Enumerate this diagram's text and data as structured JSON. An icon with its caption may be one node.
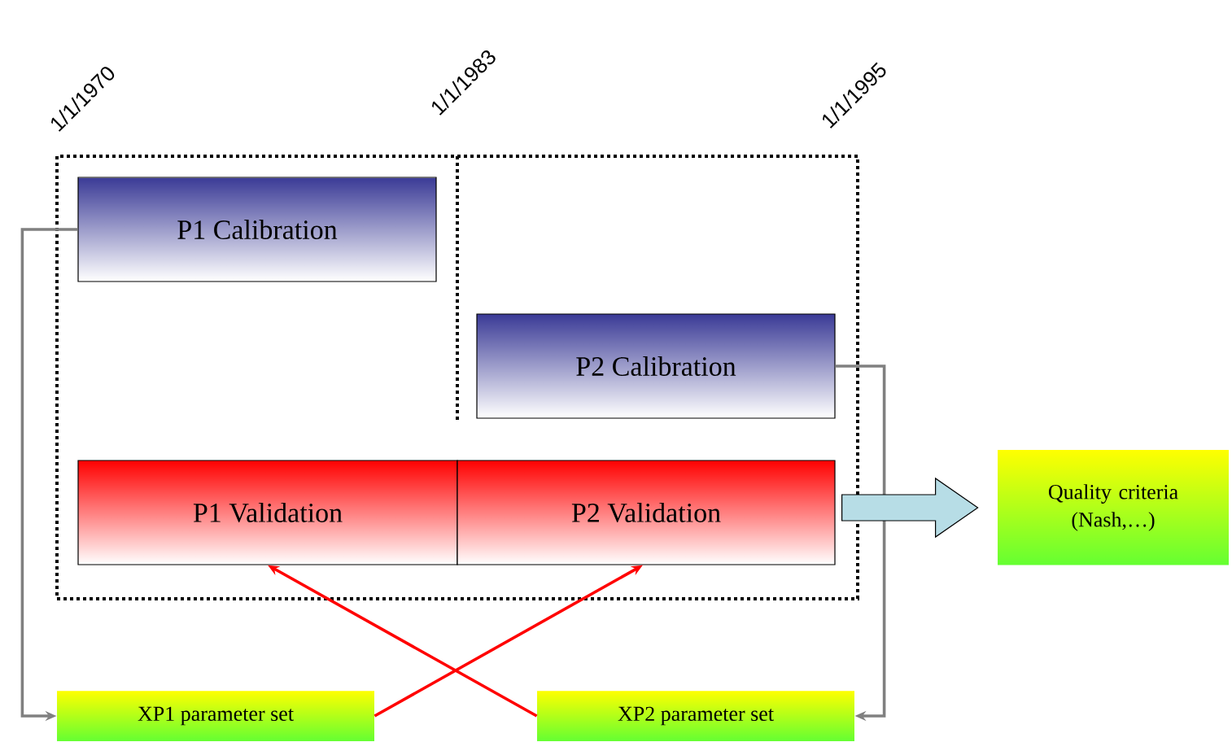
{
  "diagram": {
    "nodes": [
      {
        "text": [],
        "shape": "box"
      },
      {
        "text": [
          "P1 Calibration"
        ],
        "in": 0
      },
      {
        "text": [
          "P2 Calibration"
        ],
        "in": 0
      },
      {
        "text": [
          "P1 Validation"
        ],
        "in": 0
      },
      {
        "text": [
          "P2 Validation"
        ],
        "in": 0
      },
      {
        "text": [
          "Quality criteria (Nash,…)"
        ]
      },
      {
        "text": [
          "XP1 parameter set"
        ]
      },
      {
        "text": [
          "XP2 parameter set"
        ]
      }
    ],
    "edges": [
      {
        "from": 1,
        "to": 6,
        "arrow": "to",
        "color": "#808080"
      },
      {
        "from": 2,
        "to": 7,
        "arrow": "to",
        "color": "#808080"
      },
      {
        "from": 7,
        "to": 3,
        "arrow": "to",
        "color": "#ff0000"
      },
      {
        "from": 6,
        "to": 4,
        "arrow": "to",
        "color": "#ff0000"
      },
      {
        "from": 4,
        "to": 5,
        "arrow": "to",
        "style": "thick",
        "color": "#b7dde6"
      }
    ],
    "labels": [
      "1/1/1970",
      "1/1/1983",
      "1/1/1995"
    ]
  }
}
